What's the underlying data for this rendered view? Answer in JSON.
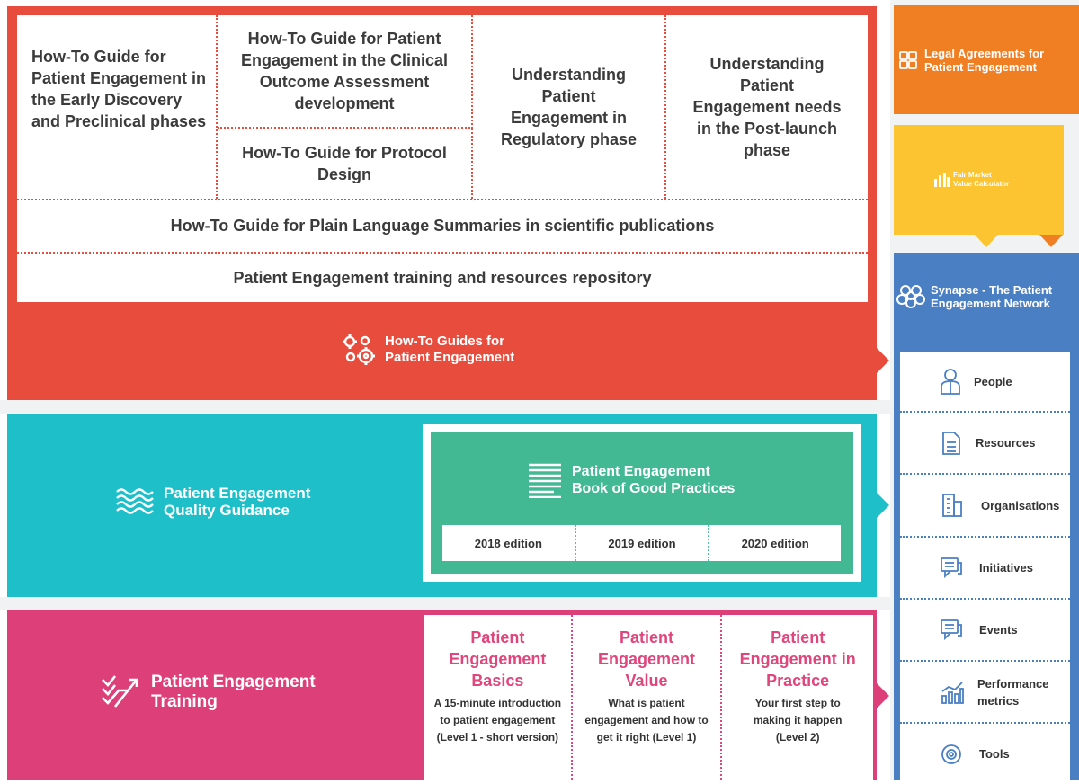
{
  "howto": {
    "guide_early": "How-To Guide for Patient Engagement in the Early Discovery and Preclinical phases",
    "guide_coa": "How-To Guide for Patient Engagement in the Clinical Outcome Assessment development",
    "guide_protocol": "How-To Guide for Protocol Design",
    "understanding_regulatory": "Understanding Patient Engagement in Regulatory phase",
    "understanding_postlaunch": "Understanding Patient Engagement needs in the Post-launch phase",
    "plain_language": "How-To Guide for Plain Language Summaries in scientific publications",
    "training_repo": "Patient Engagement training and resources repository",
    "section_title_line1": "How-To Guides for",
    "section_title_line2": "Patient Engagement"
  },
  "quality": {
    "title_line1": "Patient Engagement",
    "title_line2": "Quality Guidance",
    "book_line1": "Patient Engagement",
    "book_line2": "Book of Good Practices",
    "editions": [
      "2018 edition",
      "2019 edition",
      "2020 edition"
    ]
  },
  "training": {
    "title_line1": "Patient Engagement",
    "title_line2": "Training",
    "modules": [
      {
        "title": "Patient Engagement Basics",
        "desc": "A 15-minute introduction to patient engagement (Level 1 - short version)"
      },
      {
        "title": "Patient Engagement Value",
        "desc": "What is patient engagement and how to get it right (Level 1)"
      },
      {
        "title": "Patient Engagement in Practice",
        "desc": "Your first step to making it happen (Level 2)"
      }
    ]
  },
  "legal": {
    "line1": "Legal Agreements for",
    "line2": "Patient Engagement"
  },
  "fmv": {
    "line1": "Fair Market",
    "line2": "Value Calculator"
  },
  "synapse": {
    "line1": "Synapse - The Patient",
    "line2": "Engagement Network",
    "items": [
      {
        "label": "People",
        "icon": "person-icon"
      },
      {
        "label": "Resources",
        "icon": "document-icon"
      },
      {
        "label": "Organisations",
        "icon": "building-icon"
      },
      {
        "label": "Initiatives",
        "icon": "chat-icon"
      },
      {
        "label": "Events",
        "icon": "chat-icon"
      },
      {
        "label": "Performance metrics",
        "icon": "chart-icon"
      },
      {
        "label": "Tools",
        "icon": "gear-icon"
      }
    ]
  },
  "colors": {
    "red": "#e84c3d",
    "teal": "#1fbfca",
    "green": "#42b993",
    "pink": "#dd4079",
    "orange": "#f07f24",
    "yellow": "#fbc430",
    "blue": "#4a7fc4"
  }
}
